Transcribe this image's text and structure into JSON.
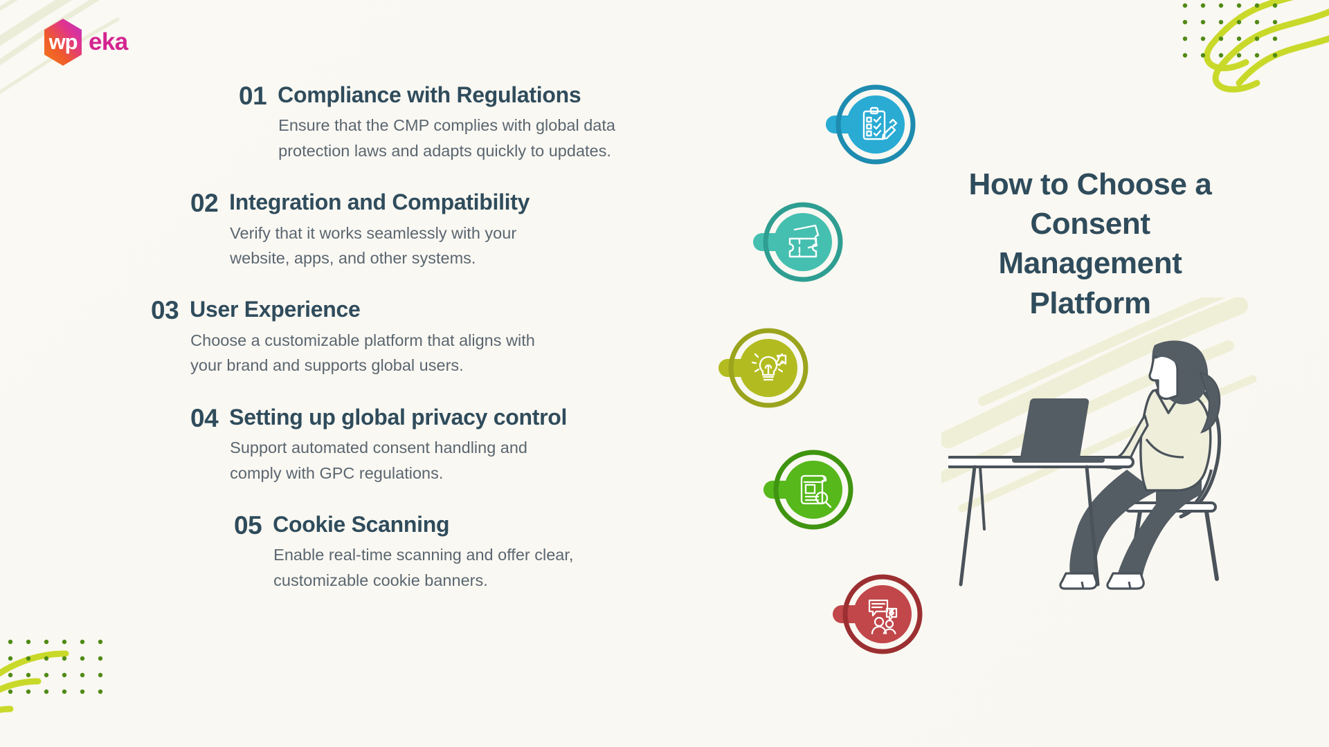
{
  "brand": {
    "logo_mark_text": "wp",
    "logo_word": "eka",
    "logo_gradient_from": "#f6a01e",
    "logo_gradient_to": "#d4248f",
    "logo_word_color": "#d4248f"
  },
  "theme": {
    "background": "#faf8f3",
    "heading_color": "#2f4c5c",
    "body_color": "#5a6670",
    "accent_squiggle": "#c9d92a"
  },
  "hero": {
    "title": "How to Choose a Consent Management Platform",
    "title_lines": [
      "How to Choose a",
      "Consent",
      "Management",
      "Platform"
    ]
  },
  "illustration": {
    "name": "woman-working-at-desk-with-laptop",
    "alt": "Illustration of a woman seated on a chair at a desk using a laptop"
  },
  "steps": [
    {
      "number": "01",
      "title": "Compliance with Regulations",
      "description_lines": [
        "Ensure that the CMP complies with global data",
        "protection laws and adapts quickly to updates."
      ],
      "icon": {
        "name": "clipboard-checklist-pencil-icon",
        "color": "#29abd4",
        "ring_color": "#1e8cb0"
      }
    },
    {
      "number": "02",
      "title": "Integration and Compatibility",
      "description_lines": [
        "Verify that it works seamlessly with your",
        "website, apps, and other systems."
      ],
      "icon": {
        "name": "tickets-icon",
        "color": "#45bfb0",
        "ring_color": "#2f9e92"
      }
    },
    {
      "number": "03",
      "title": "User Experience",
      "description_lines": [
        "Choose a customizable platform that aligns with",
        "your brand and supports global users."
      ],
      "icon": {
        "name": "lightbulb-cursor-icon",
        "color": "#b2bc20",
        "ring_color": "#9aa41c"
      }
    },
    {
      "number": "04",
      "title": "Setting up global privacy control",
      "description_lines": [
        "Support automated consent handling and",
        "comply with GPC regulations."
      ],
      "icon": {
        "name": "document-magnifier-icon",
        "color": "#56b81b",
        "ring_color": "#3f9410"
      }
    },
    {
      "number": "05",
      "title": "Cookie Scanning",
      "description_lines": [
        "Enable real-time scanning and offer clear,",
        "customizable cookie banners."
      ],
      "icon": {
        "name": "people-chat-bubbles-icon",
        "color": "#c1474a",
        "ring_color": "#9c2f31"
      }
    }
  ],
  "decorations": [
    {
      "name": "brush-strokes-top-left",
      "color": "#eceedd"
    },
    {
      "name": "squiggle-lines-top-right",
      "color": "#c9d92a"
    },
    {
      "name": "dot-grid-top-right",
      "color": "#4f8a16"
    },
    {
      "name": "concentric-arcs-bottom-left",
      "color": "#c9d92a"
    },
    {
      "name": "dot-grid-bottom-left",
      "color": "#4f8a16"
    },
    {
      "name": "brush-strokes-behind-illustration",
      "color": "#eeefd6"
    }
  ]
}
